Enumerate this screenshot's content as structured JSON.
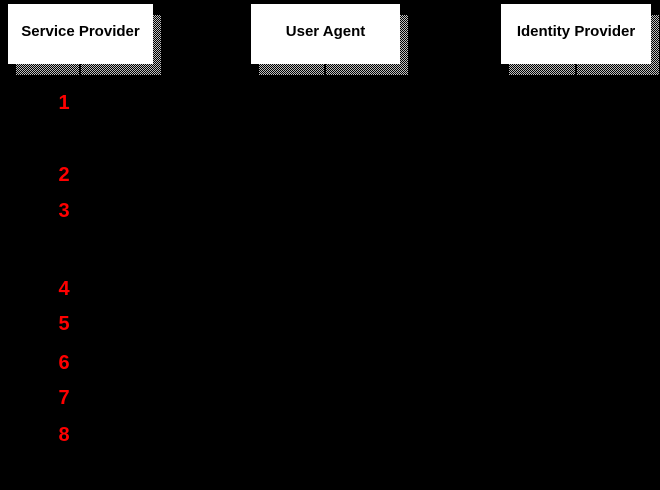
{
  "diagram": {
    "type": "sequence-diagram",
    "actors": [
      {
        "label": "Service Provider"
      },
      {
        "label": "User Agent"
      },
      {
        "label": "Identity Provider"
      }
    ],
    "steps": [
      {
        "label": "1"
      },
      {
        "label": "2"
      },
      {
        "label": "3"
      },
      {
        "label": "4"
      },
      {
        "label": "5"
      },
      {
        "label": "6"
      },
      {
        "label": "7"
      },
      {
        "label": "8"
      }
    ],
    "colors": {
      "background": "#000000",
      "actor_box_fill": "#FFFFFF",
      "actor_label_text": "#000000",
      "step_number": "#FF0000",
      "shadow_dither_light": "#BFBFBF",
      "shadow_dither_dark": "#000000"
    }
  }
}
